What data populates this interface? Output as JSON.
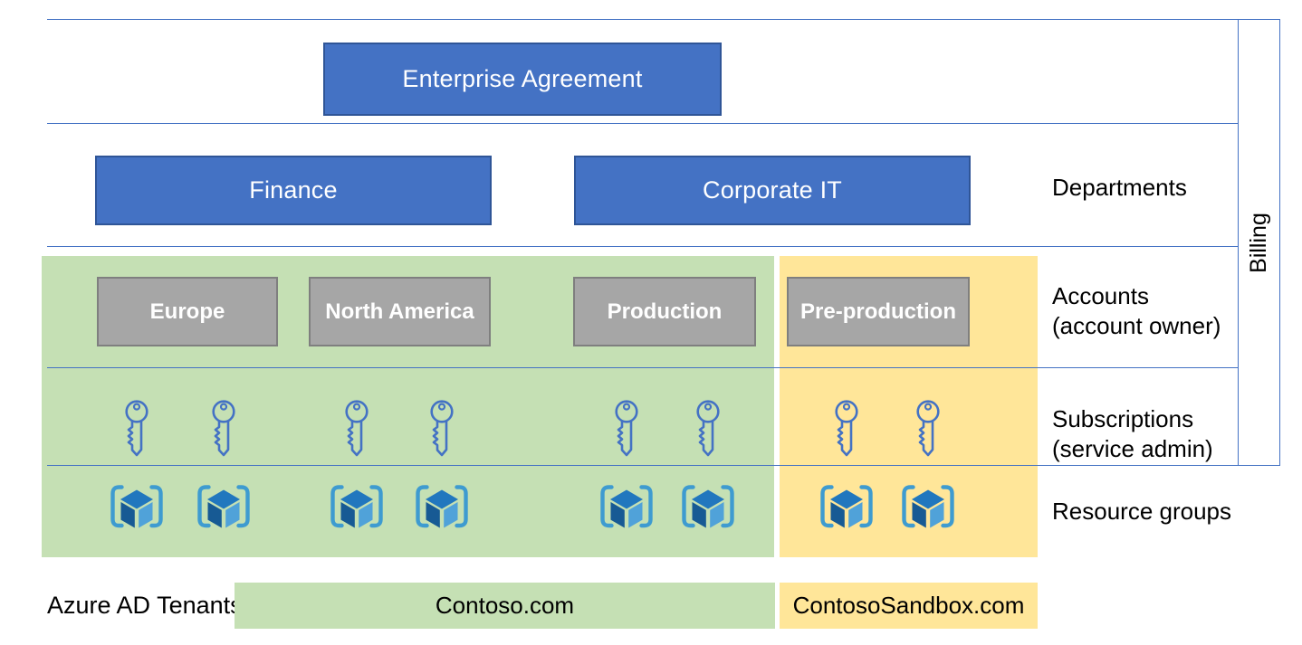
{
  "levels": {
    "enterprise": {
      "label": "Enterprise Agreement"
    },
    "departments": {
      "row_label": "Departments",
      "items": [
        "Finance",
        "Corporate IT"
      ]
    },
    "accounts": {
      "row_label_line1": "Accounts",
      "row_label_line2": "(account owner)",
      "items": [
        "Europe",
        "North America",
        "Production",
        "Pre-production"
      ]
    },
    "subscriptions": {
      "row_label_line1": "Subscriptions",
      "row_label_line2": "(service admin)",
      "icon": "key-icon",
      "icon_count": 8
    },
    "resource_groups": {
      "row_label": "Resource groups",
      "icon": "resource-group-cube-icon",
      "icon_count": 8
    },
    "tenants": {
      "row_label": "Azure AD Tenants",
      "items": [
        "Contoso.com",
        "ContosoSandbox.com"
      ]
    }
  },
  "billing": {
    "label": "Billing"
  },
  "colors": {
    "box_blue_fill": "#4472C4",
    "box_blue_border": "#2F5597",
    "box_gray_fill": "#A6A6A6",
    "box_gray_border": "#7F7F7F",
    "zone_green": "#C5E0B4",
    "zone_yellow": "#FFE699",
    "divider_line_blue": "#4472C4",
    "key_icon_stroke": "#4472C4",
    "cube_top": "#2177BE",
    "cube_left": "#175A94",
    "cube_right": "#50A2D9",
    "cube_bracket": "#3E9BD0"
  }
}
